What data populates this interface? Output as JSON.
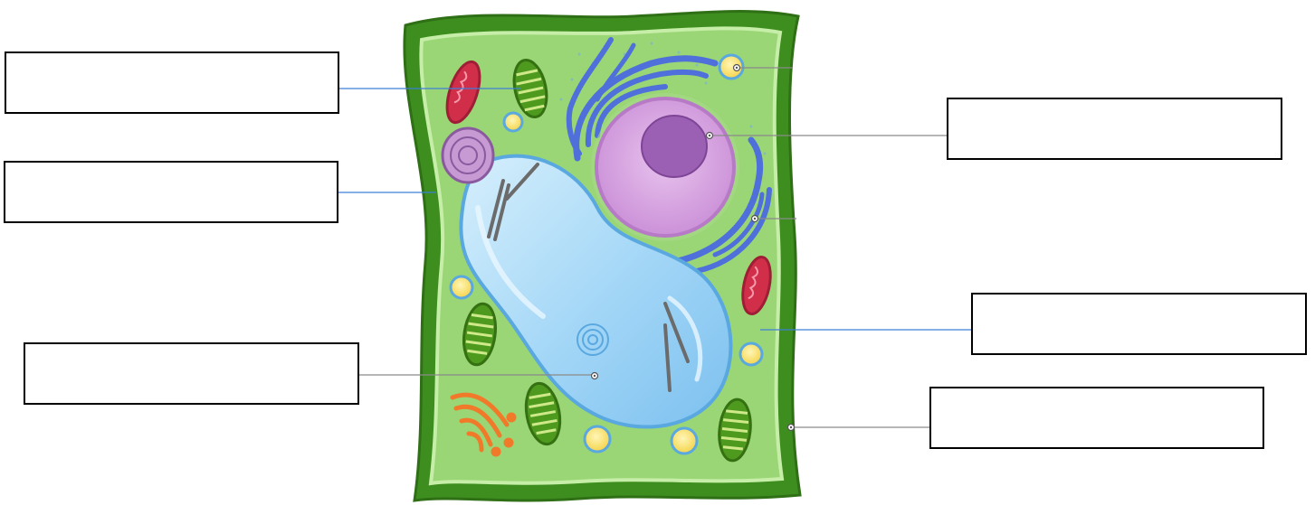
{
  "diagram": {
    "subject": "plant-cell",
    "labels": [
      {
        "id": "label-1",
        "text": ""
      },
      {
        "id": "label-2",
        "text": ""
      },
      {
        "id": "label-3",
        "text": ""
      },
      {
        "id": "label-4",
        "text": ""
      },
      {
        "id": "label-5",
        "text": ""
      },
      {
        "id": "label-6",
        "text": ""
      }
    ]
  },
  "colors": {
    "cell_wall": "#3e8e1f",
    "cytoplasm": "#8fd06a",
    "vacuole": "#9fd3f5",
    "nucleus": "#d9a6e0",
    "nucleolus": "#9b5fb3",
    "endoplasmic_reticulum": "#5b7ee0",
    "mitochondrion": "#d12e4a",
    "chloroplast": "#5aa823",
    "golgi": "#f07a2a",
    "vesicle": "#fbe67a",
    "leader_line_blue": "#3d7fd6",
    "leader_line_gray": "#8a8a8a"
  }
}
